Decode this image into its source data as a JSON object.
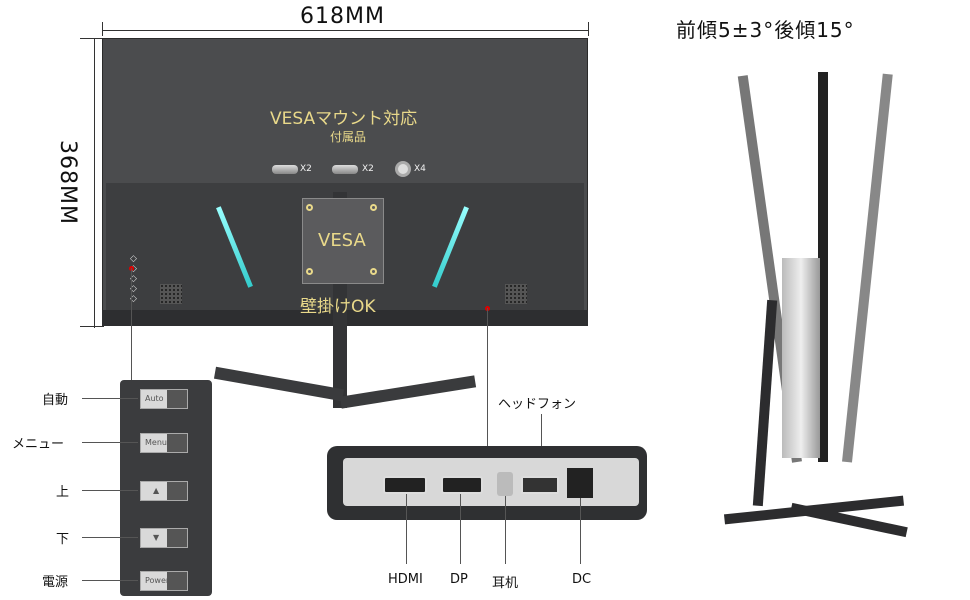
{
  "dimensions": {
    "width": "618MM",
    "height": "368MM"
  },
  "vesa": {
    "title": "VESAマウント対応",
    "subtitle": "付属品",
    "accessories": [
      {
        "icon": "screw-icon",
        "count": "X2"
      },
      {
        "icon": "screw-icon",
        "count": "X2"
      },
      {
        "icon": "washer-icon",
        "count": "X4"
      }
    ],
    "plate_label": "VESA",
    "wall_mount": "壁掛けOK"
  },
  "buttons": [
    {
      "label": "自動",
      "cap": "Auto"
    },
    {
      "label": "メニュー",
      "cap": "Menu"
    },
    {
      "label": "上",
      "cap": "▲"
    },
    {
      "label": "下",
      "cap": "▼"
    },
    {
      "label": "電源",
      "cap": "Power"
    }
  ],
  "ports": {
    "headphone_label": "ヘッドフォン",
    "labels": [
      "HDMI",
      "DP",
      "耳机",
      "DC"
    ]
  },
  "tilt": {
    "label": "前傾5±3°後傾15°"
  },
  "colors": {
    "accent_text": "#e9d98a",
    "light_bar": "#3cc",
    "marker": "#dd0000"
  }
}
